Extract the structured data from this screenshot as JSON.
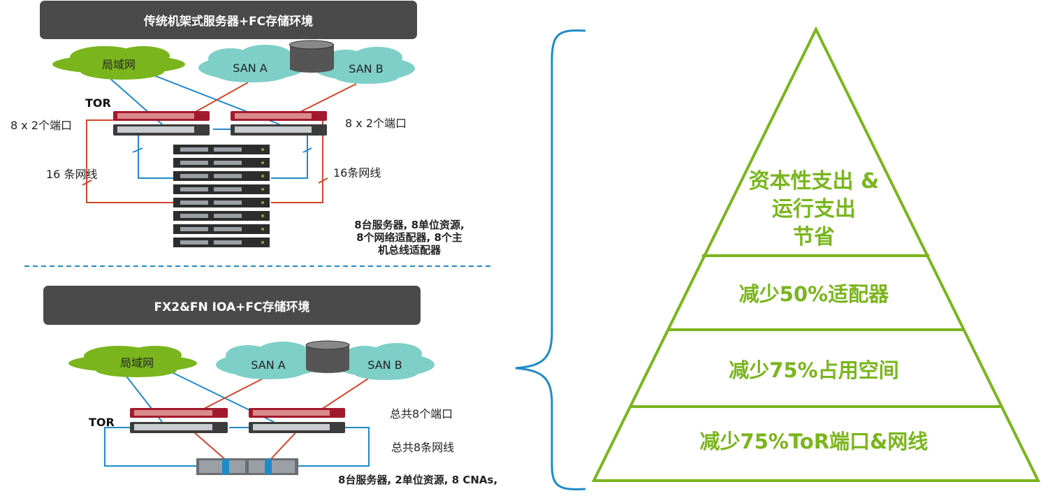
{
  "top": {
    "banner": "传统机架式服务器+FC存储环境",
    "lan": "局域网",
    "san_a": "SAN A",
    "san_b": "SAN B",
    "tor": "TOR",
    "ports_left": "8 x 2个端口",
    "ports_right": "8 x 2个端口",
    "cables_left": "16 条网线",
    "cables_right": "16条网线",
    "note_line1": "8台服务器, 8单位资源,",
    "note_line2": "8个网络适配器, 8个主",
    "note_line3": "机总线适配器"
  },
  "bottom": {
    "banner": "FX2&FN IOA+FC存储环境",
    "lan": "局域网",
    "san_a": "SAN A",
    "san_b": "SAN B",
    "tor": "TOR",
    "ports_total": "总共8个端口",
    "cables_total": "总共8条网线",
    "note": "8台服务器, 2单位资源, 8 CNAs,"
  },
  "pyramid": {
    "top_line1": "资本性支出 &",
    "top_line2": "运行支出",
    "top_line3": "节省",
    "tier2": "减少50%适配器",
    "tier3": "减少75%占用空间",
    "tier4": "减少75%ToR端口&网线"
  },
  "colors": {
    "green": "#7ab51d",
    "teal_cloud": "#7ecfc8",
    "lan_cloud": "#7ab51d",
    "blue_line": "#1f8ac8",
    "red_line": "#d0462c",
    "banner_bg": "#4a4a4a",
    "switch_red": "#a3192c"
  }
}
